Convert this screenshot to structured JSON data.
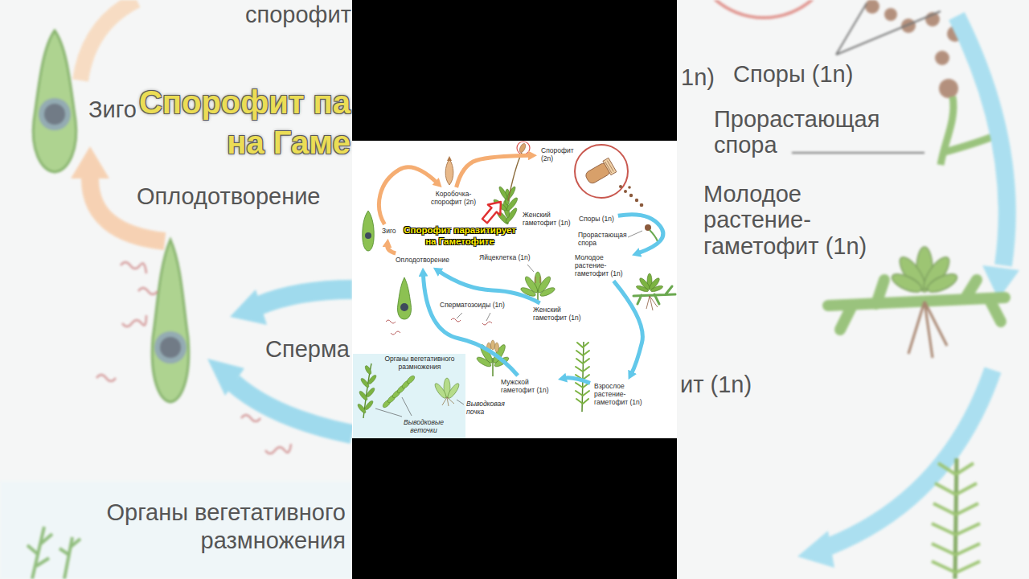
{
  "diagram": {
    "nodes": [
      {
        "text": [
          "Зиго"
        ]
      },
      {
        "text": [
          "Коробочка-спорофит (2n)"
        ]
      },
      {
        "text": [
          "Спорофит (2n)"
        ]
      },
      {
        "text": [
          "Женский гаметофит (1n)"
        ]
      },
      {
        "text": [
          "Споры (1n)"
        ]
      },
      {
        "text": [
          "Прорастающая спора"
        ]
      },
      {
        "text": [
          "Молодое растение-гаметофит (1n)"
        ]
      },
      {
        "text": [
          "Взрослое растение-гаметофит (1n)"
        ]
      },
      {
        "text": [
          "Мужской гаметофит (1n)"
        ]
      },
      {
        "text": [
          "Женский гаметофит (1n)"
        ]
      },
      {
        "text": [
          "Яйцеклетка (1n)"
        ]
      },
      {
        "text": [
          "Сперматозоиды (1n)"
        ]
      },
      {
        "text": [
          "Оплодотворение"
        ]
      },
      {
        "text": [
          "Органы вегетативного размножения",
          "Выводковые веточки"
        ]
      }
    ],
    "edges": [
      {
        "from": 0,
        "to": 1,
        "arrow": "to"
      },
      {
        "from": 1,
        "to": 2,
        "arrow": "to"
      },
      {
        "from": 4,
        "to": 6,
        "arrow": "to"
      },
      {
        "from": 6,
        "to": 7,
        "arrow": "to"
      },
      {
        "from": 7,
        "to": 8,
        "arrow": "to"
      },
      {
        "from": 8,
        "to": 12,
        "arrow": "to"
      },
      {
        "from": 9,
        "to": 12,
        "arrow": "to"
      },
      {
        "from": 12,
        "to": 0,
        "arrow": "to"
      }
    ],
    "labels": [
      "спорофит",
      "Зиго",
      "Спорофит па",
      "на Гаме",
      "Оплодотворение",
      "Сперма",
      "Органы вегетативного размножения",
      "1n)",
      "Споры (1n)",
      "Прорастающая спора",
      "Молодое растение-гаметофит (1n)",
      "ит (1n)",
      "Выводковая почка",
      "Спорофит паразитирует на Гаметофите"
    ]
  }
}
